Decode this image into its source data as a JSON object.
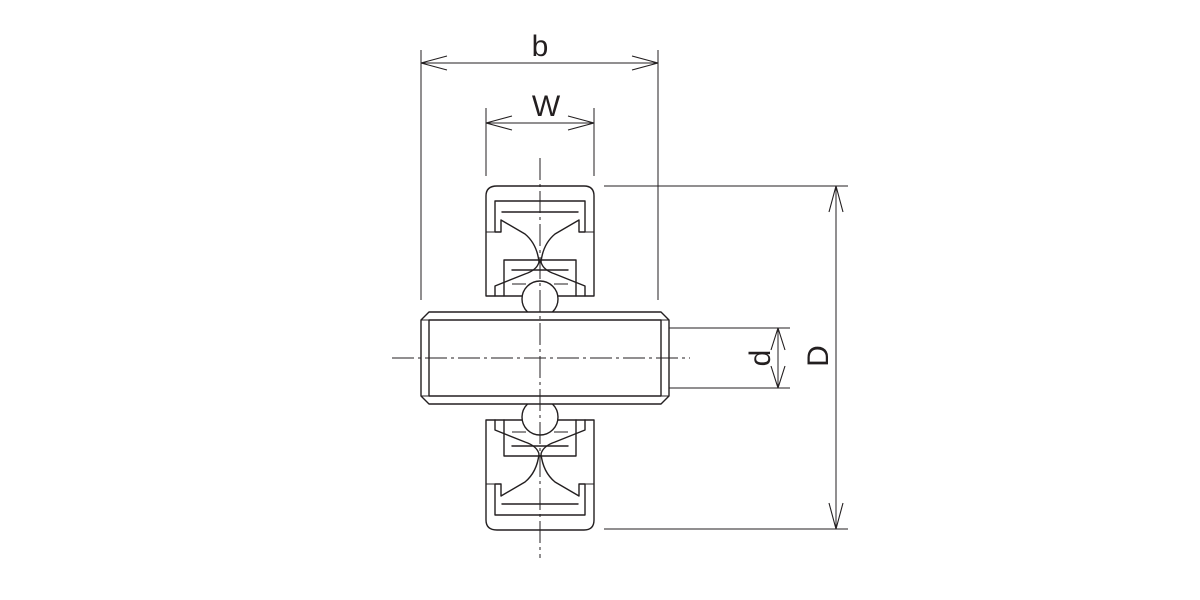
{
  "dimensions": {
    "b": "b",
    "W": "W",
    "d": "d",
    "D": "D"
  },
  "colors": {
    "line": "#231f20",
    "background": "#ffffff"
  }
}
